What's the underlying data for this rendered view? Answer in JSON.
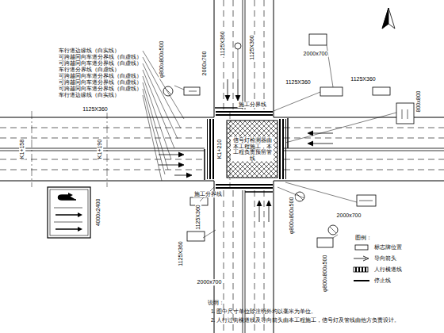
{
  "diagram": {
    "labels": [
      "车行道边缘线（白实线）",
      "可跨越同向车道分界线（白虚线）",
      "可跨越同向车道分界线（白虚线）",
      "车行道分界线（白虚线）",
      "可跨越同向车道分界线（白虚线）",
      "可跨越同向车道分界线（白虚线）",
      "可跨越同向车道分界线（白虚线）",
      "车行道边缘线（白实线）",
      "1125X360",
      "φ800x800x500",
      "1125X360",
      "2000x700",
      "1125X360",
      "2000x700",
      "1125X360",
      "1125X360",
      "800x800",
      "K1+158",
      "K1+190",
      "K1+210",
      "1125X360",
      "φ800x800x500",
      "1125X360",
      "2000x700",
      "2000x700",
      "φ800x800x500",
      "4000x2400",
      "信号灯检测器由本工程施工，本工程负责预留管线",
      "施工分界线",
      "施工分界线",
      "图例：",
      "说明：",
      "1. 图中尺寸单位除注明外均以毫米为单位。",
      "2. 人行过街横道线及导向箭头由本工程施工，信号灯及管线由他方负责设计。"
    ],
    "legend": [
      {
        "text": "标志牌位置"
      },
      {
        "text": "导向箭头"
      },
      {
        "text": "人行横道线"
      },
      {
        "text": "停止线"
      }
    ]
  }
}
